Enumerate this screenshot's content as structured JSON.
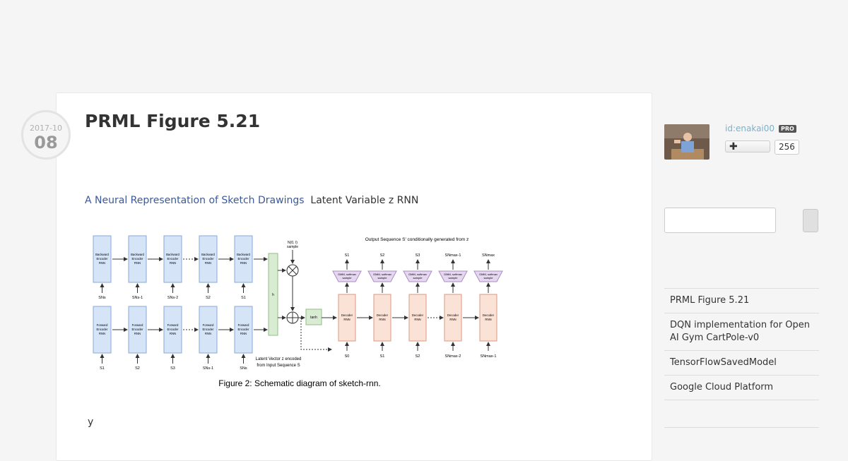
{
  "entry": {
    "date_ym": "2017-10",
    "date_day": "08",
    "title": "PRML Figure 5.21",
    "link_text": "A Neural Representation of Sketch Drawings",
    "after_link_text": "Latent Variable z  RNN",
    "trailing_text": "y"
  },
  "figure": {
    "caption": "Figure 2: Schematic diagram of sketch-rnn.",
    "output_heading": "Output Sequence S' conditionally generated from z",
    "latent_note_1": "Latent Vector z encoded",
    "latent_note_2": "from Input Sequence S",
    "sample_label": "N(0, I)",
    "sample_label_2": "sample",
    "h_block_label": "h",
    "tanh_label": "tanh",
    "backward_encoder_lines": [
      "Backward",
      "Encoder",
      "RNN"
    ],
    "forward_encoder_lines": [
      "Forward",
      "Encoder",
      "RNN"
    ],
    "decoder_lines": [
      "Decoder",
      "RNN"
    ],
    "gmm_lines": [
      "GMM, softmax",
      "sample"
    ],
    "backward_inputs": [
      "SNs",
      "SNs-1",
      "SNs-2",
      "S2",
      "S1"
    ],
    "forward_inputs": [
      "S1",
      "S2",
      "S3",
      "SNs-1",
      "SNs"
    ],
    "decoder_outputs": [
      "S1",
      "S2",
      "S3",
      "SNmax-1",
      "SNmax"
    ],
    "decoder_inputs": [
      "S0",
      "S1",
      "S2",
      "SNmax-2",
      "SNmax-1"
    ]
  },
  "sidebar": {
    "user_id": "id:enakai00",
    "pro_badge": "PRO",
    "subscribe_icon": "plus-icon",
    "subscriber_count": "256",
    "recent_entries": [
      "PRML Figure 5.21",
      "DQN implementation for Open AI Gym CartPole-v0",
      "TensorFlowSavedModel",
      "Google Cloud Platform"
    ]
  },
  "colors": {
    "link": "#3b5998",
    "encoder_fill": "#d6e4f7",
    "decoder_fill": "#fbe2d6",
    "gmm_fill": "#e5d7ef",
    "latent_fill": "#d9ecd3"
  }
}
